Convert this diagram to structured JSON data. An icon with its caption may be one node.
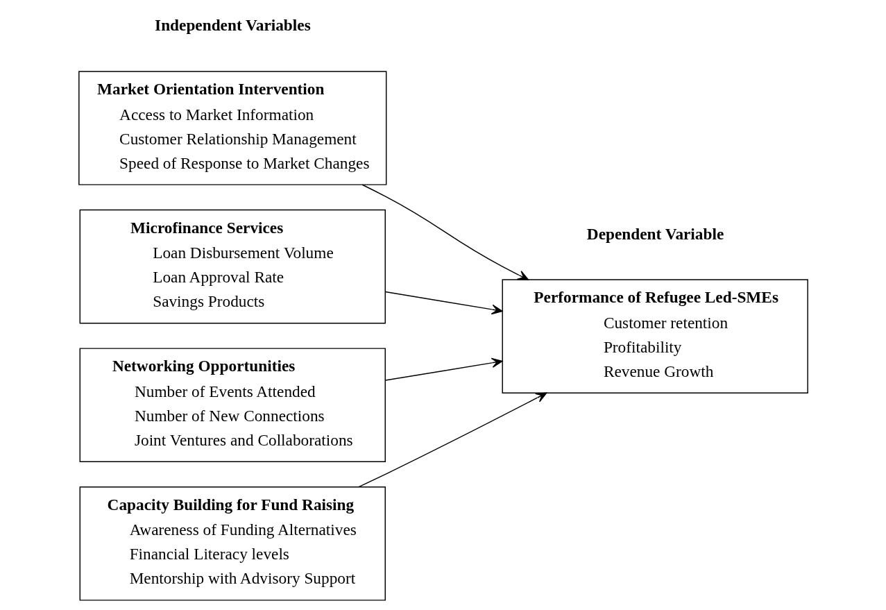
{
  "diagram": {
    "nodes": [
      {
        "text": [
          "Market Orientation Intervention",
          "Access to Market Information",
          "Customer Relationship Management",
          "Speed of Response to Market Changes"
        ]
      },
      {
        "text": [
          "Microfinance Services",
          "Loan Disbursement Volume",
          "Loan Approval Rate",
          "Savings Products"
        ]
      },
      {
        "text": [
          "Networking Opportunities",
          "Number of Events Attended",
          "Number of New Connections",
          "Joint Ventures and Collaborations"
        ]
      },
      {
        "text": [
          "Capacity Building for Fund Raising",
          "Awareness of Funding Alternatives",
          "Financial Literacy levels",
          "Mentorship with Advisory Support"
        ]
      },
      {
        "text": [
          "Performance of Refugee Led-SMEs",
          "Customer retention",
          "Profitability",
          "Revenue Growth"
        ]
      }
    ],
    "edges": [
      {
        "from": 0,
        "to": 4,
        "arrow": "to"
      },
      {
        "from": 1,
        "to": 4,
        "arrow": "to"
      },
      {
        "from": 2,
        "to": 4,
        "arrow": "to"
      },
      {
        "from": 3,
        "to": 4,
        "arrow": "to"
      }
    ],
    "labels": [
      "Independent Variables",
      "Dependent Variable"
    ]
  }
}
